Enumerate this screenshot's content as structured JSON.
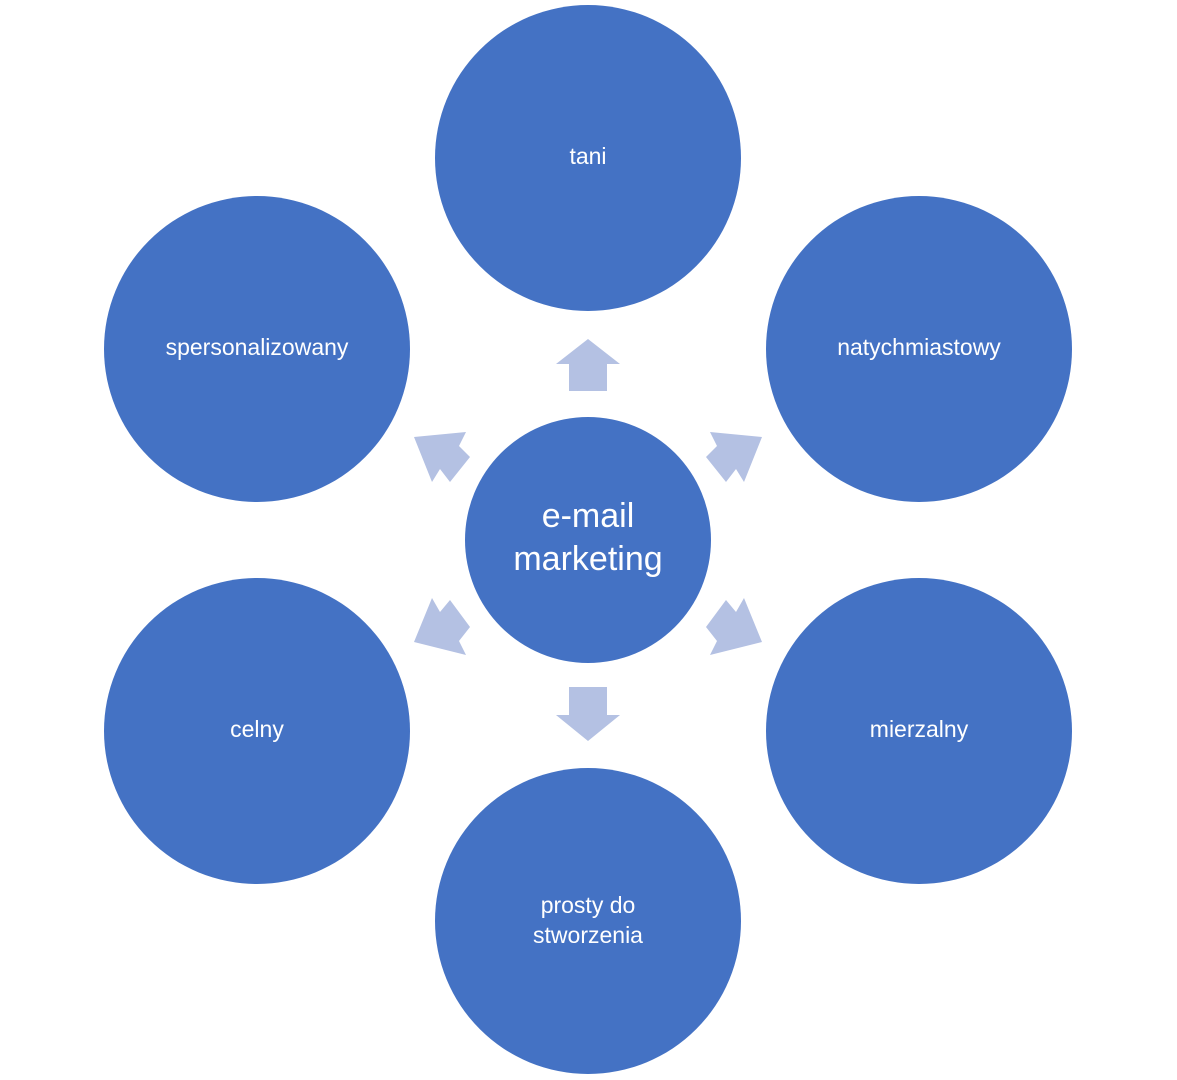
{
  "colors": {
    "circle_fill": "#4472C4",
    "arrow_fill": "#B4C1E3",
    "text": "#FFFFFF",
    "background": "#FFFFFF"
  },
  "center": {
    "line1": "e-mail",
    "line2": "marketing"
  },
  "nodes": {
    "top": "tani",
    "upper_right": "natychmiastowy",
    "lower_right": "mierzalny",
    "bottom_line1": "prosty do",
    "bottom_line2": "stworzenia",
    "lower_left": "celny",
    "upper_left": "spersonalizowany"
  }
}
